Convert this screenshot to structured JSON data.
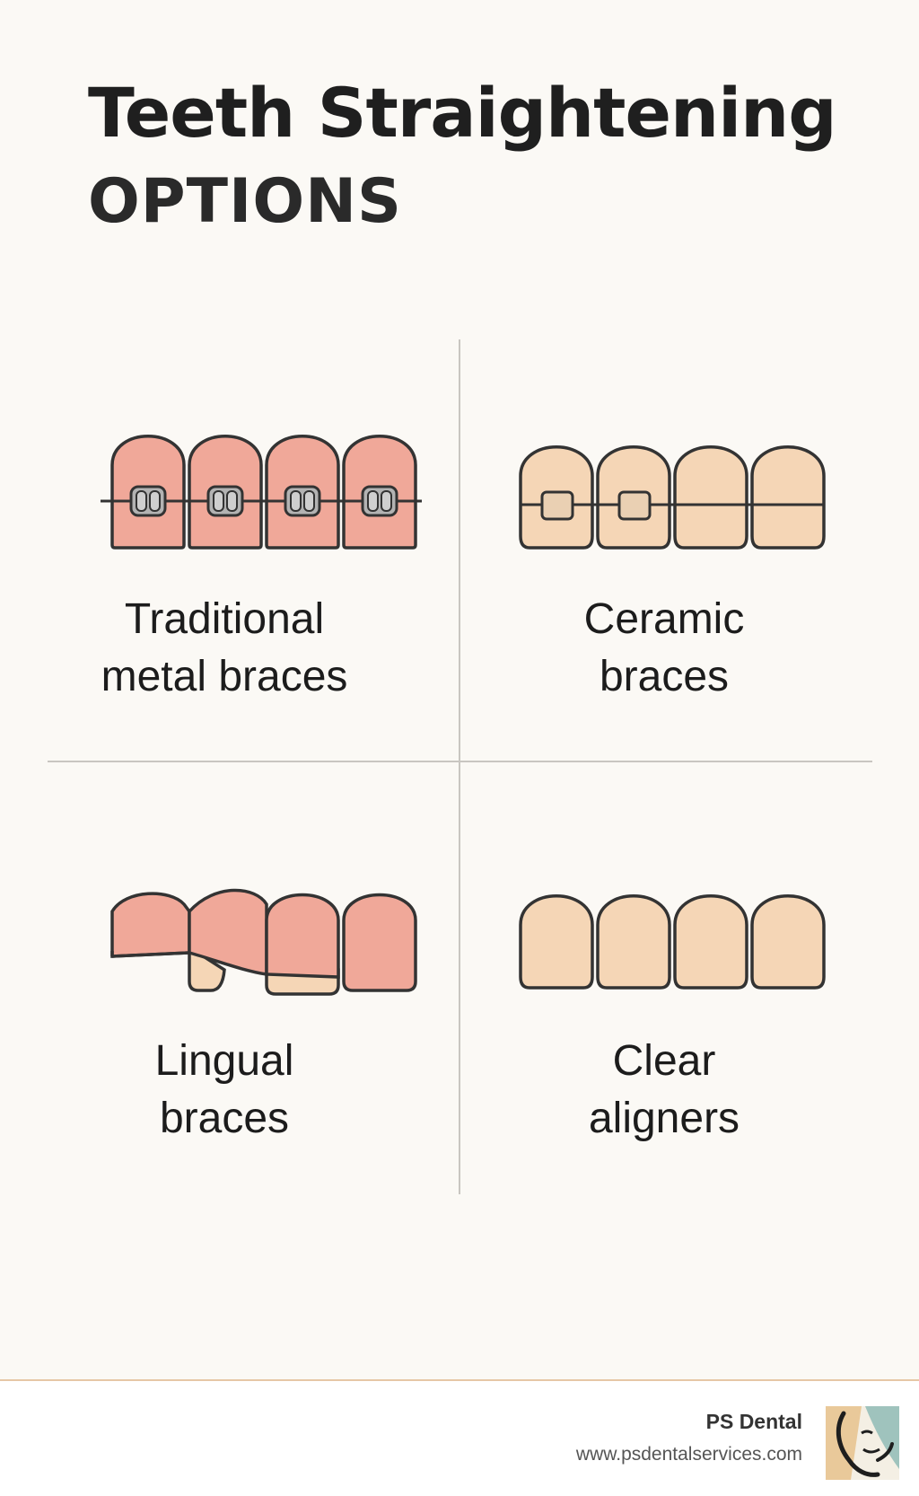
{
  "header": {
    "title": "Teeth Straightening",
    "subtitle": "OPTIONS"
  },
  "options": [
    {
      "line1": "Traditional",
      "line2": "metal braces",
      "icon": "metal-braces-icon"
    },
    {
      "line1": "Ceramic",
      "line2": "braces",
      "icon": "ceramic-braces-icon"
    },
    {
      "line1": "Lingual",
      "line2": "braces",
      "icon": "lingual-braces-icon"
    },
    {
      "line1": "Clear",
      "line2": "aligners",
      "icon": "clear-aligners-icon"
    }
  ],
  "footer": {
    "brand": "PS Dental",
    "url": "www.psdentalservices.com"
  },
  "colors": {
    "background": "#fbf9f5",
    "pink_tooth": "#f0a899",
    "beige_tooth": "#f5d6b6",
    "outline": "#3a3a3a",
    "bracket_metal": "#a9a9a9",
    "divider": "#c9c6c1",
    "footer_rule": "#e6c7a6"
  }
}
